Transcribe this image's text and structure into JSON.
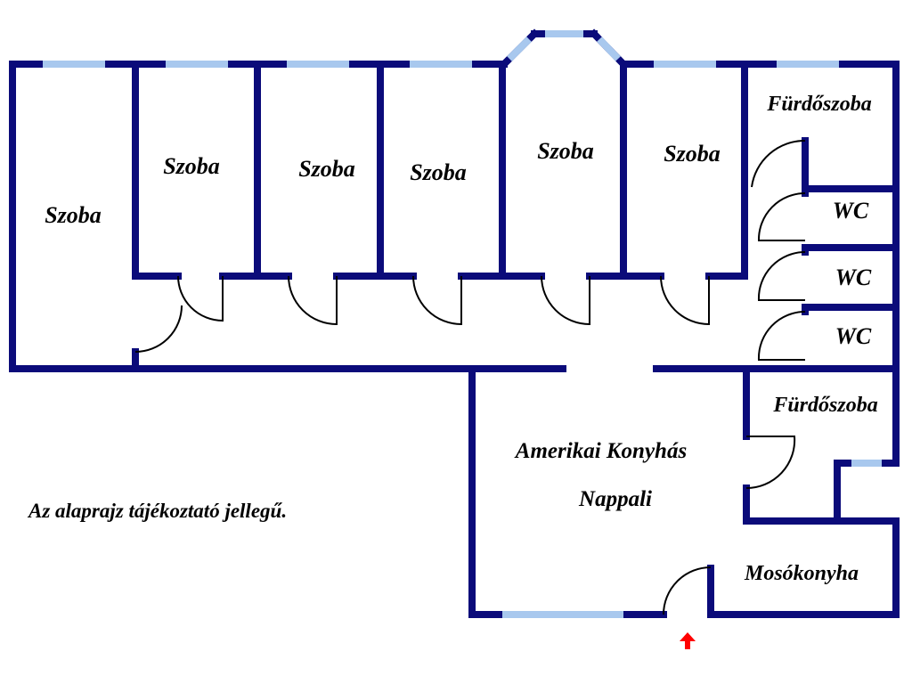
{
  "rooms": {
    "szoba_1": "Szoba",
    "szoba_2": "Szoba",
    "szoba_3": "Szoba",
    "szoba_4": "Szoba",
    "szoba_5": "Szoba",
    "szoba_6": "Szoba",
    "furdoszoba_top": "Fürdőszoba",
    "wc_1": "WC",
    "wc_2": "WC",
    "wc_3": "WC",
    "furdoszoba_bottom": "Fürdőszoba",
    "nappali_line1": "Amerikai Konyhás",
    "nappali_line2": "Nappali",
    "mosokonyha": "Mosókonyha"
  },
  "note": "Az alaprajz tájékoztató jellegű.",
  "colors": {
    "wall": "#0b0b7a",
    "window": "#a8c8ee",
    "entrance_arrow": "#ff0000"
  },
  "entrance_marker": "arrow-up"
}
